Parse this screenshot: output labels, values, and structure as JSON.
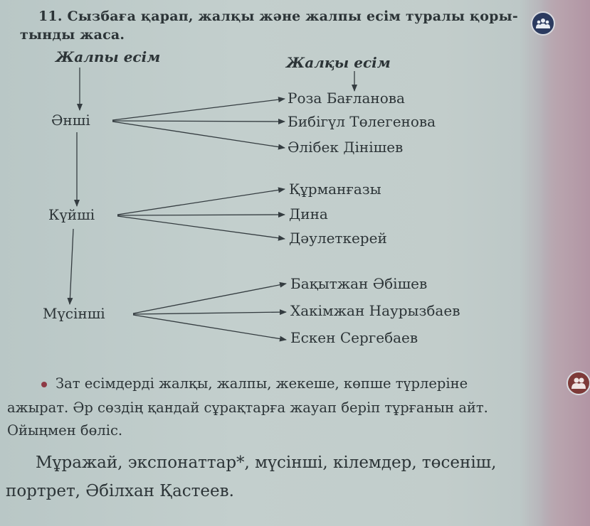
{
  "task": {
    "number": "11.",
    "line1": "Сызбаға қарап, жалқы және жалпы есім туралы қоры-",
    "line2": "тынды жаса."
  },
  "diagram": {
    "header_common": "Жалпы есім",
    "header_proper": "Жалқы есім",
    "groups": [
      {
        "category": "Әнші",
        "names": [
          "Роза Бағланова",
          "Бибігүл Төлегенова",
          "Әлібек Дінішев"
        ]
      },
      {
        "category": "Күйші",
        "names": [
          "Құрманғазы",
          "Дина",
          "Дәулеткерей"
        ]
      },
      {
        "category": "Мүсінші",
        "names": [
          "Бақытжан Әбішев",
          "Хакімжан Наурызбаев",
          "Ескен Сергебаев"
        ]
      }
    ]
  },
  "bullet_task": {
    "line1": "Зат есімдерді жалқы, жалпы, жекеше, көпше түрлеріне",
    "line2": "ажырат. Әр сөздің қандай сұрақтарға жауап беріп тұрғанын айт.",
    "line3": "Ойыңмен бөліс."
  },
  "word_list": {
    "line1": "Мұражай, экспонаттар*, мүсінші, кілемдер, төсеніш,",
    "line2": "портрет, Әбілхан Қастеев."
  },
  "icons": {
    "group_work_icon": "people-group-icon",
    "pair_work_icon": "people-pair-icon"
  },
  "colors": {
    "page_background": "#c2cdcb",
    "text": "#2c3437",
    "bullet": "#8e3a45",
    "badge_blue": "#2b3a5f",
    "badge_red": "#7d3a38",
    "page_edge": "#b295a4"
  }
}
